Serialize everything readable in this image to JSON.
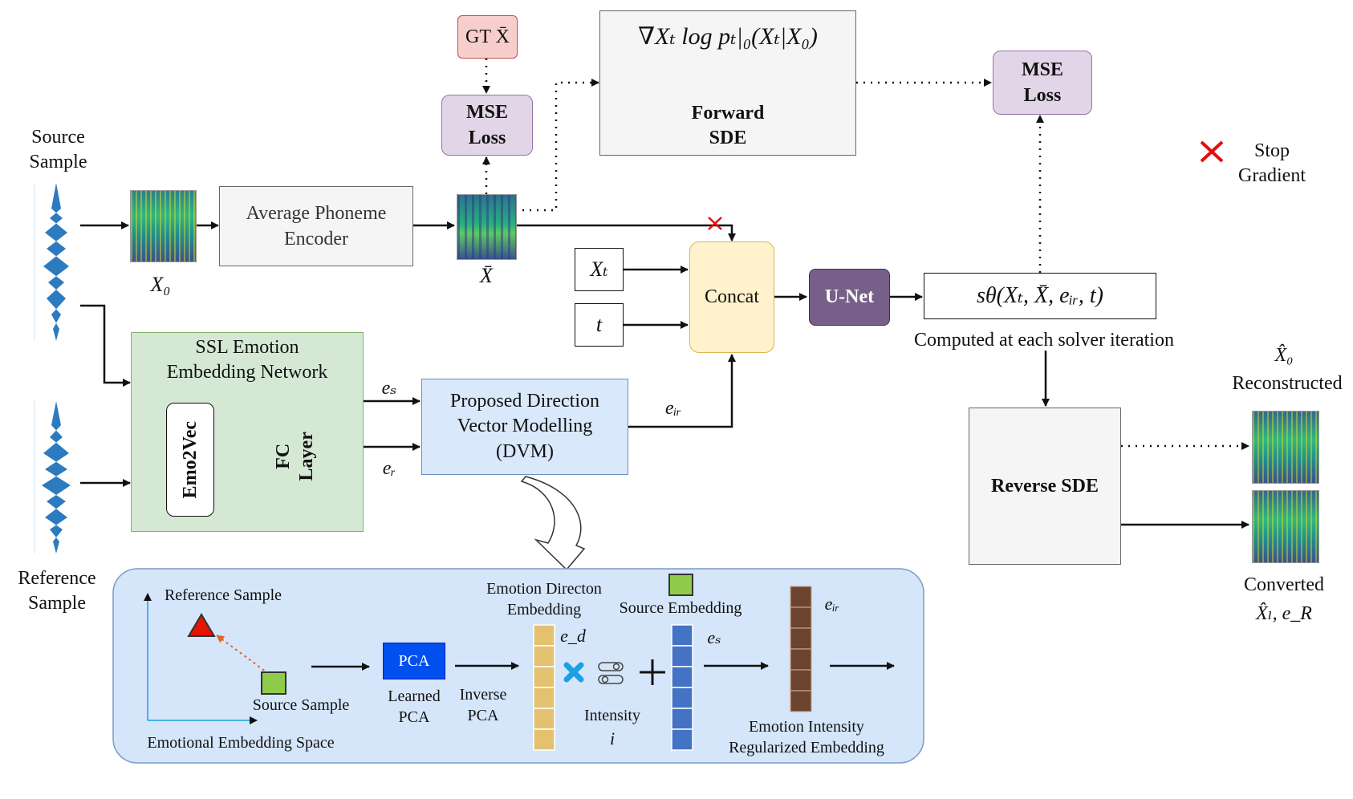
{
  "labels": {
    "source_sample": "Source\nSample",
    "reference_sample": "Reference\nSample",
    "x0": "X₀",
    "xbar": "X̄",
    "gt_xbar": "GT X̄",
    "mse_loss": "MSE\nLoss",
    "avg_phoneme_encoder": "Average Phoneme\nEncoder",
    "score_formula": "∇Xₜ log pₜ|₀(Xₜ|X₀)",
    "forward_sde": "Forward\nSDE",
    "stop_gradient": "Stop\nGradient",
    "xt": "Xₜ",
    "t": "t",
    "concat": "Concat",
    "unet": "U-Net",
    "s_theta": "sθ(Xₜ, X̄, eᵢᵣ, t)",
    "solver_note": "Computed at each solver iteration",
    "ssl_network": "SSL Emotion\nEmbedding Network",
    "emo2vec": "Emo2Vec",
    "fc_layer": "FC\nLayer",
    "es": "eₛ",
    "er": "eᵣ",
    "eir": "eᵢᵣ",
    "dvm": "Proposed Direction\nVector Modelling\n(DVM)",
    "reverse_sde": "Reverse SDE",
    "x0_hat": "X̂₀",
    "reconstructed": "Reconstructed",
    "converted": "Converted",
    "xl_eR": "X̂ₗ, e_R"
  },
  "dvm_detail": {
    "reference_sample": "Reference Sample",
    "source_sample": "Source Sample",
    "space_label": "Emotional Embedding Space",
    "pca": "PCA",
    "learned_pca": "Learned\nPCA",
    "inverse_pca": "Inverse\nPCA",
    "emotion_direction": "Emotion Directon\nEmbedding",
    "ed": "e_d",
    "intensity": "Intensity",
    "i": "i",
    "source_embedding": "Source Embedding",
    "es": "eₛ",
    "eir": "eᵢᵣ",
    "intensity_embedding": "Emotion Intensity\nRegularized Embedding"
  },
  "colors": {
    "mse_fill": "#e1d5e7",
    "gt_fill": "#f8cecc",
    "concat_fill": "#fff2cc",
    "unet_fill": "#76608a",
    "ssl_fill": "#d5e8d4",
    "dvm_fill": "#dae8fc",
    "panel_fill": "#d6e6fa",
    "pca_fill": "#0050ef",
    "ed_fill": "#e3c16f",
    "es_fill": "#4472c4",
    "eir_fill": "#6b4430",
    "waveform": "#2c7bbf",
    "stop_cross": "#e01010"
  }
}
